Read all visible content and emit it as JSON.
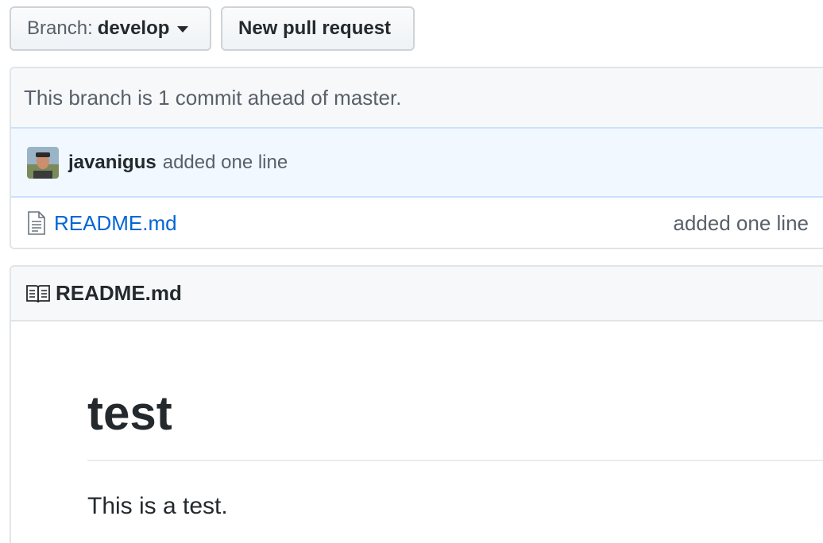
{
  "toolbar": {
    "branch_prefix": "Branch:",
    "branch_name": "develop",
    "new_pr_label": "New pull request"
  },
  "commit_box": {
    "ahead_text": "This branch is 1 commit ahead of master.",
    "commit": {
      "author": "javanigus",
      "message": "added one line",
      "avatar_icon": "user-avatar"
    },
    "files": [
      {
        "name": "README.md",
        "message": "added one line",
        "icon": "file-text-icon"
      }
    ]
  },
  "readme": {
    "title": "README.md",
    "icon": "book-icon",
    "heading": "test",
    "paragraph": "This is a test."
  },
  "colors": {
    "link": "#0366d6",
    "muted": "#586069",
    "text": "#24292e",
    "commit_bg": "#f1f8ff",
    "header_bg": "#f6f8fa",
    "border_blue": "#c8e1ff"
  }
}
